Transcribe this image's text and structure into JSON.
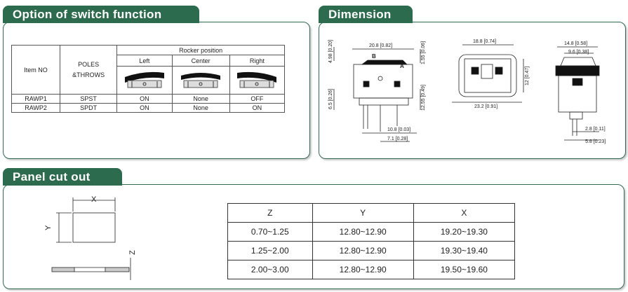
{
  "switch_section": {
    "title": "Option of switch function",
    "headers": {
      "item_no": "Item NO",
      "poles_line1": "POLES",
      "poles_line2": "&THROWS",
      "rocker_position": "Rocker position",
      "left": "Left",
      "center": "Center",
      "right": "Right"
    },
    "rows": [
      {
        "item": "RAWP1",
        "poles": "SPST",
        "left": "ON",
        "center": "None",
        "right": "OFF"
      },
      {
        "item": "RAWP2",
        "poles": "SPDT",
        "left": "ON",
        "center": "None",
        "right": "ON"
      }
    ]
  },
  "dimension_section": {
    "title": "Dimension",
    "labels": {
      "d1": "4.98 [0.20]",
      "d2": "20.8 [0.82]",
      "d3": "1.55 [0.06]",
      "b": "B",
      "a": "A",
      "d4": "6.5 [0.26]",
      "d5": "12.55 [0.49]",
      "d6": "10.8 [0.03]",
      "d7": "7.1 [0.28]",
      "d8": "18.8 [0.74]",
      "d9": "12 [0.47]",
      "d10": "23.2 [0.91]",
      "d11": "14.8 [0.58]",
      "d12": "9.6 [0.38]",
      "d13": "2.8 [0.11]",
      "d14": "5.8 [0.23]"
    }
  },
  "panel_section": {
    "title": "Panel cut out",
    "diagram": {
      "x": "X",
      "y": "Y",
      "z": "Z"
    },
    "headers": [
      "Z",
      "Y",
      "X"
    ],
    "rows": [
      [
        "0.70~1.25",
        "12.80~12.90",
        "19.20~19.30"
      ],
      [
        "1.25~2.00",
        "12.80~12.90",
        "19.30~19.40"
      ],
      [
        "2.00~3.00",
        "12.80~12.90",
        "19.50~19.60"
      ]
    ]
  },
  "colors": {
    "accent": "#2d6b4e"
  }
}
